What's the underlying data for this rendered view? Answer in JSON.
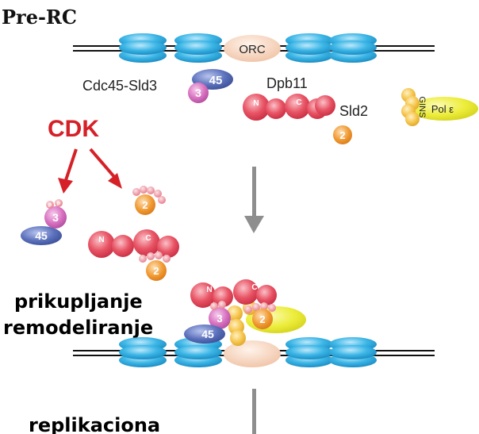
{
  "title": "Pre-RC",
  "labels": {
    "orc": "ORC",
    "cdc45_sld3": "Cdc45-Sld3",
    "dpb11": "Dpb11",
    "sld2": "Sld2",
    "gins": "GINS",
    "pol": "Pol ε",
    "cdk": "CDK",
    "n": "N",
    "c": "C",
    "num45": "45",
    "num3": "3",
    "num2": "2",
    "p": "P",
    "step1_line1": "prikupljanje",
    "step1_line2": "remodeliranje",
    "step2_line1": "replikaciona"
  },
  "colors": {
    "cdk_red": "#d62027",
    "mcm_blue": "#2aa8de",
    "orc_peach": "#f6cdb4",
    "sld3_pink": "#d86ec0",
    "cdc45_blue": "#5a6fb8",
    "dpb11_red": "#e24c5c",
    "sld2_orange": "#f0922a",
    "gins_yellow": "#f4c24a",
    "pol_yellow": "#ecec3a",
    "arrow_gray": "#8e8e8e"
  }
}
